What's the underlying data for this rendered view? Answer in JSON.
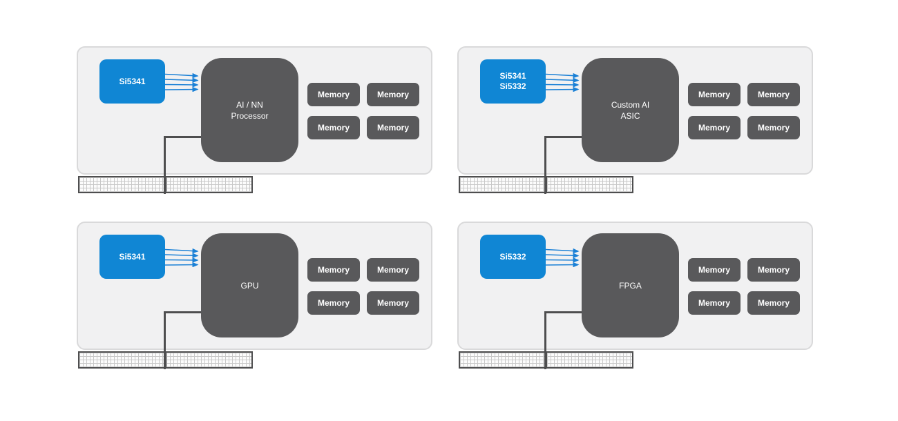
{
  "diagram": {
    "panels": [
      {
        "id": "ai-nn-processor",
        "clock_line1": "Si5341",
        "clock_line2": "",
        "proc_line1": "AI / NN",
        "proc_line2": "Processor",
        "memory": [
          "Memory",
          "Memory",
          "Memory",
          "Memory"
        ]
      },
      {
        "id": "custom-ai-asic",
        "clock_line1": "Si5341",
        "clock_line2": "Si5332",
        "proc_line1": "Custom AI",
        "proc_line2": "ASIC",
        "memory": [
          "Memory",
          "Memory",
          "Memory",
          "Memory"
        ]
      },
      {
        "id": "gpu",
        "clock_line1": "Si5341",
        "clock_line2": "",
        "proc_line1": "GPU",
        "proc_line2": "",
        "memory": [
          "Memory",
          "Memory",
          "Memory",
          "Memory"
        ]
      },
      {
        "id": "fpga",
        "clock_line1": "Si5332",
        "clock_line2": "",
        "proc_line1": "FPGA",
        "proc_line2": "",
        "memory": [
          "Memory",
          "Memory",
          "Memory",
          "Memory"
        ]
      }
    ],
    "colors": {
      "clock_chip_blue": "#1086d4",
      "arrow_blue": "#1a80d6",
      "block_dark_gray": "#59595b",
      "connector_dark_gray": "#4e4e4f",
      "panel_background": "#f1f1f2",
      "panel_border": "#d9d9da"
    }
  }
}
